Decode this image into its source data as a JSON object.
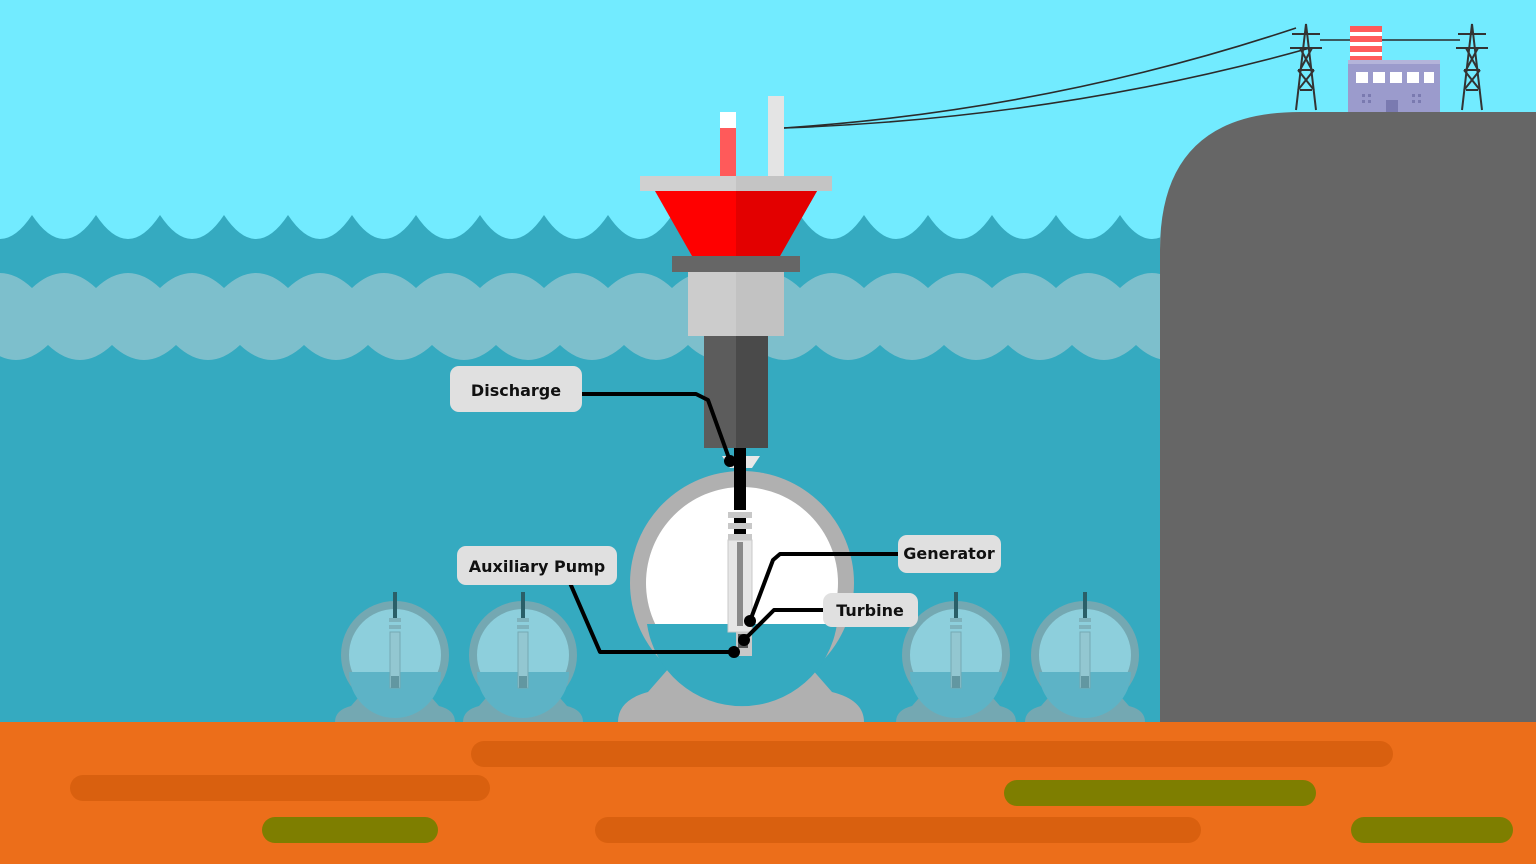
{
  "labels": {
    "discharge": "Discharge",
    "auxiliary_pump": "Auxiliary Pump",
    "generator": "Generator",
    "turbine": "Turbine"
  },
  "colors": {
    "sky": "#72EBFF",
    "sea": "#35AAC0",
    "wave_light": "#82C0CC",
    "seabed": "#EC6E1A",
    "seabed_dark": "#D9600F",
    "seabed_olive": "#7E7E00",
    "cliff": "#666666",
    "funnel_red": "#FF0000",
    "label_fill": "#E0E0E0"
  }
}
